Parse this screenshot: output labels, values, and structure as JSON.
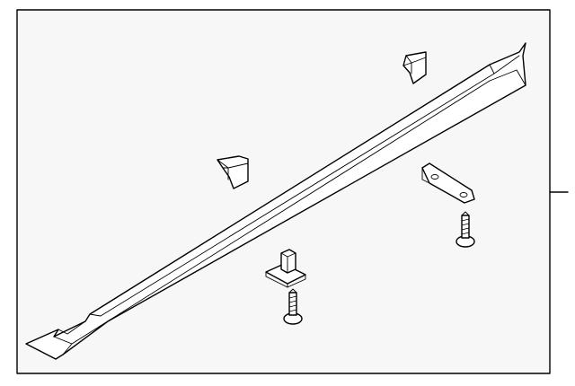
{
  "colors": {
    "panel_bg": "#f7f7f7",
    "frame": "#000000",
    "part_fill": "#ffffff",
    "page_bg": "#ffffff"
  },
  "parts": [
    {
      "id": "rocker-moulding",
      "label": ""
    },
    {
      "id": "upper-clip",
      "label": ""
    },
    {
      "id": "middle-clip",
      "label": ""
    },
    {
      "id": "mounting-bracket",
      "label": ""
    },
    {
      "id": "bracket-screw",
      "label": ""
    },
    {
      "id": "nut-clip",
      "label": ""
    },
    {
      "id": "nut-clip-screw",
      "label": ""
    }
  ],
  "leader_line": {
    "present": true
  }
}
